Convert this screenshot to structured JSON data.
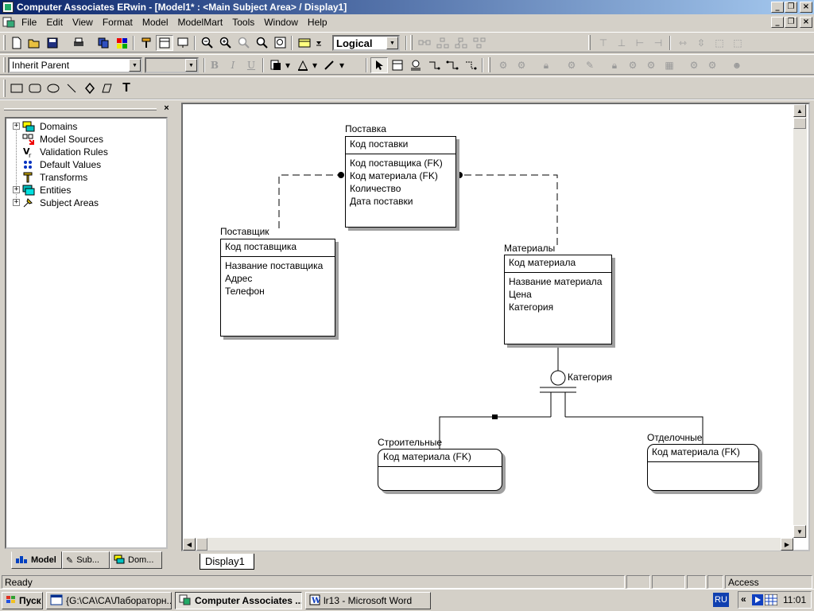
{
  "window": {
    "title": "Computer Associates ERwin - [Model1* : <Main Subject Area> / Display1]"
  },
  "menu": {
    "items": [
      "File",
      "Edit",
      "View",
      "Format",
      "Model",
      "ModelMart",
      "Tools",
      "Window",
      "Help"
    ]
  },
  "toolbar": {
    "model_view": "Logical",
    "inherit_combo": "Inherit Parent",
    "font_bold": "B",
    "font_italic": "I",
    "font_underline": "U",
    "text_tool": "T"
  },
  "tree": {
    "items": [
      {
        "label": "Domains",
        "icon": "domains-icon",
        "expandable": true
      },
      {
        "label": "Model Sources",
        "icon": "model-sources-icon",
        "expandable": false
      },
      {
        "label": "Validation Rules",
        "icon": "validation-rules-icon",
        "expandable": false
      },
      {
        "label": "Default Values",
        "icon": "default-values-icon",
        "expandable": false
      },
      {
        "label": "Transforms",
        "icon": "transforms-icon",
        "expandable": false
      },
      {
        "label": "Entities",
        "icon": "entities-icon",
        "expandable": true
      },
      {
        "label": "Subject Areas",
        "icon": "subject-areas-icon",
        "expandable": true
      }
    ],
    "tabs": [
      "Model",
      "Sub...",
      "Dom..."
    ]
  },
  "diagram": {
    "entities": {
      "postavka": {
        "name": "Поставка",
        "key": "Код поставки",
        "attributes": [
          "Код поставщика (FK)",
          "Код материала (FK)",
          "Количество",
          "Дата поставки"
        ]
      },
      "postavshchik": {
        "name": "Поставщик",
        "key": "Код поставщика",
        "attributes": [
          "Название поставщика",
          "Адрес",
          "Телефон"
        ]
      },
      "materialy": {
        "name": "Материалы",
        "key": "Код материала",
        "attributes": [
          "Название материала",
          "Цена",
          "Категория"
        ]
      },
      "stroitelnye": {
        "name": "Строительные",
        "key": "Код материала (FK)",
        "attributes": []
      },
      "otdelochnye": {
        "name": "Отделочные",
        "key": "Код материала (FK)",
        "attributes": []
      }
    },
    "subtype_discriminator": "Категория",
    "tab": "Display1"
  },
  "status": {
    "text": "Ready",
    "mode": "Access"
  },
  "taskbar": {
    "start": "Пуск",
    "tasks": [
      "{G:\\CA\\CA\\Лабораторн...",
      "Computer Associates ...",
      "lr13 - Microsoft Word"
    ],
    "lang": "RU",
    "clock": "11:01"
  }
}
